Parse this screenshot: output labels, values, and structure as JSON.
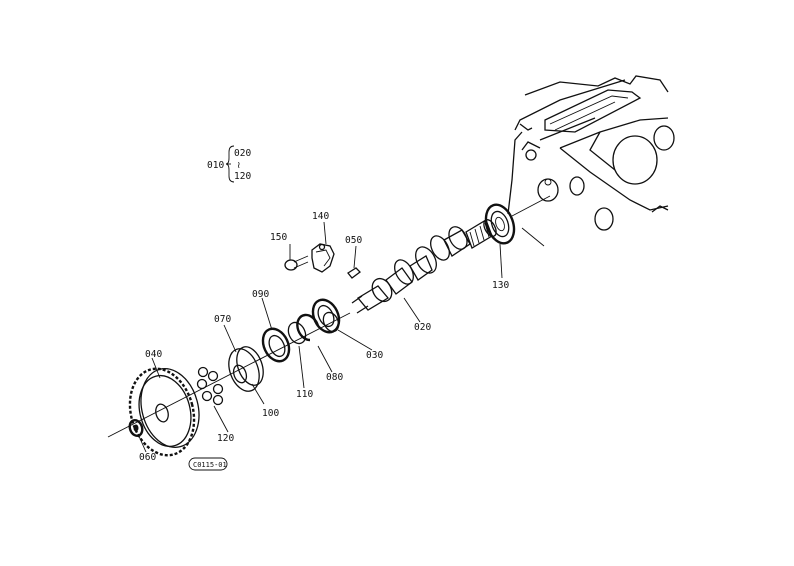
{
  "group_callout": {
    "label": "010",
    "range_start": "020",
    "range_separator": "≀",
    "range_end": "120"
  },
  "part_labels": {
    "p020": "020",
    "p030": "030",
    "p040": "040",
    "p050": "050",
    "p060": "060",
    "p070": "070",
    "p080": "080",
    "p090": "090",
    "p100": "100",
    "p110": "110",
    "p120": "120",
    "p130": "130",
    "p140": "140",
    "p150": "150"
  },
  "figure_code": "C0115-01"
}
